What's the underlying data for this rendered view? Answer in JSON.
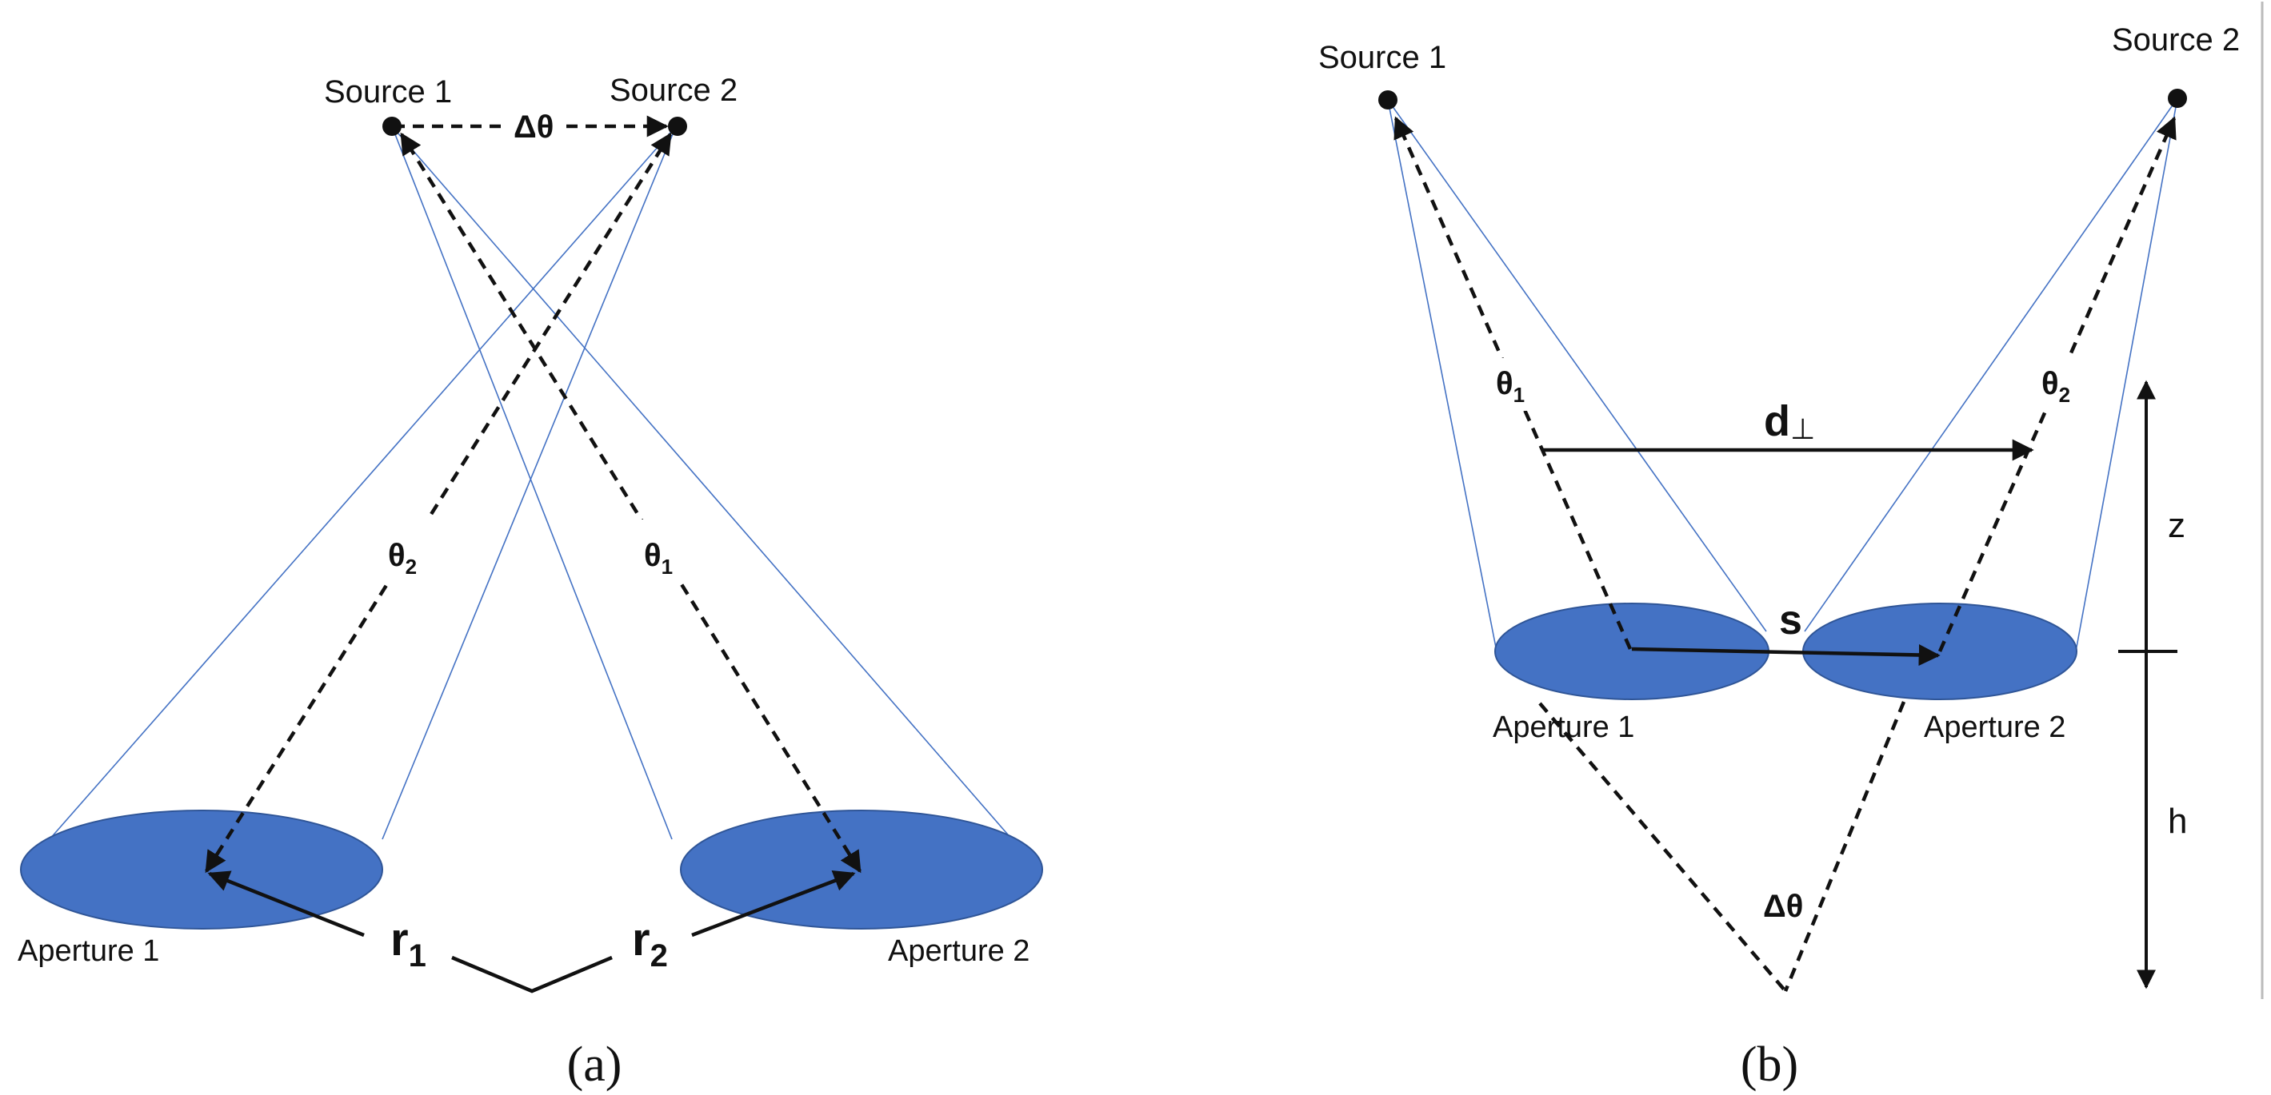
{
  "panel_a": {
    "source1": "Source 1",
    "source2": "Source 2",
    "delta_theta": "Δθ",
    "theta2": "θ",
    "theta2_sub": "2",
    "theta1": "θ",
    "theta1_sub": "1",
    "r1": "r",
    "r1_sub": "1",
    "r2": "r",
    "r2_sub": "2",
    "aperture1": "Aperture 1",
    "aperture2": "Aperture 2",
    "caption": "(a)"
  },
  "panel_b": {
    "source1": "Source 1",
    "source2": "Source 2",
    "theta1": "θ",
    "theta1_sub": "1",
    "theta2": "θ",
    "theta2_sub": "2",
    "d_perp": "d",
    "d_perp_sym": "⊥",
    "s": "s",
    "z": "z",
    "h": "h",
    "delta_theta": "Δθ",
    "aperture1": "Aperture 1",
    "aperture2": "Aperture 2",
    "caption": "(b)"
  },
  "colors": {
    "aperture_fill": "#4472C4",
    "aperture_stroke": "#2F5597",
    "ray": "#4472C4",
    "ink": "#111111"
  }
}
